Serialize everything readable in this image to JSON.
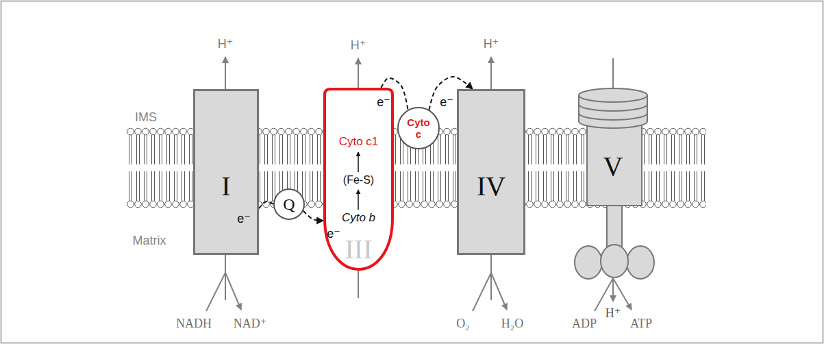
{
  "diagram": {
    "nodes": [
      {
        "text": [
          "I"
        ]
      },
      {
        "text": [
          "Q"
        ]
      },
      {
        "text": [
          "Cyto c1",
          "(Fe-S)",
          "Cyto b",
          "III"
        ]
      },
      {
        "text": [
          "Cyto c"
        ]
      },
      {
        "text": [
          "IV"
        ]
      },
      {
        "text": [
          "V"
        ]
      }
    ],
    "edges": [
      {
        "from": 0,
        "to": 1,
        "arrow": "none",
        "label": "e⁻"
      },
      {
        "from": 1,
        "to": 2,
        "arrow": "to",
        "label": "e⁻"
      },
      {
        "from": 2,
        "to": 3,
        "arrow": "none",
        "label": "e⁻"
      },
      {
        "from": 3,
        "to": 4,
        "arrow": "to",
        "label": "e⁻"
      }
    ],
    "labels": [
      "H⁺",
      "H⁺",
      "H⁺",
      "IMS",
      "Matrix",
      "NADH",
      "NAD⁺",
      "O₂",
      "H₂O",
      "ADP",
      "H⁺",
      "ATP"
    ]
  }
}
